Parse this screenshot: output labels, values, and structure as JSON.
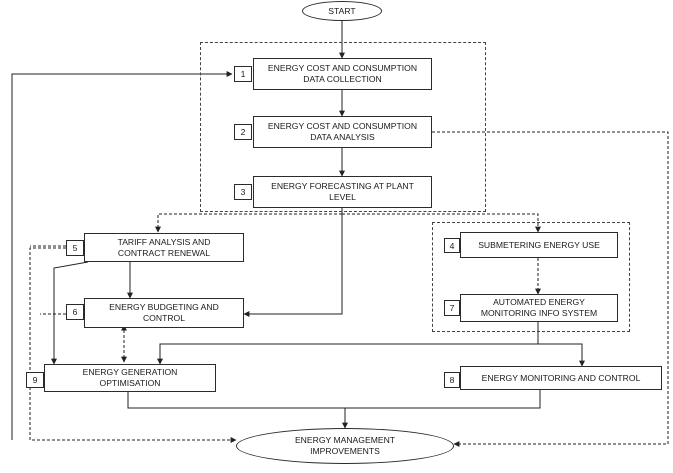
{
  "start": "START",
  "end": "ENERGY MANAGEMENT\nIMPROVEMENTS",
  "steps": [
    {
      "num": "1",
      "label": "ENERGY COST AND CONSUMPTION\nDATA COLLECTION"
    },
    {
      "num": "2",
      "label": "ENERGY COST AND CONSUMPTION\nDATA ANALYSIS"
    },
    {
      "num": "3",
      "label": "ENERGY FORECASTING AT PLANT\nLEVEL"
    },
    {
      "num": "4",
      "label": "SUBMETERING ENERGY USE"
    },
    {
      "num": "5",
      "label": "TARIFF ANALYSIS AND\nCONTRACT RENEWAL"
    },
    {
      "num": "6",
      "label": "ENERGY BUDGETING AND\nCONTROL"
    },
    {
      "num": "7",
      "label": "AUTOMATED ENERGY\nMONITORING INFO SYSTEM"
    },
    {
      "num": "8",
      "label": "ENERGY MONITORING AND CONTROL"
    },
    {
      "num": "9",
      "label": "ENERGY GENERATION\nOPTIMISATION"
    }
  ]
}
